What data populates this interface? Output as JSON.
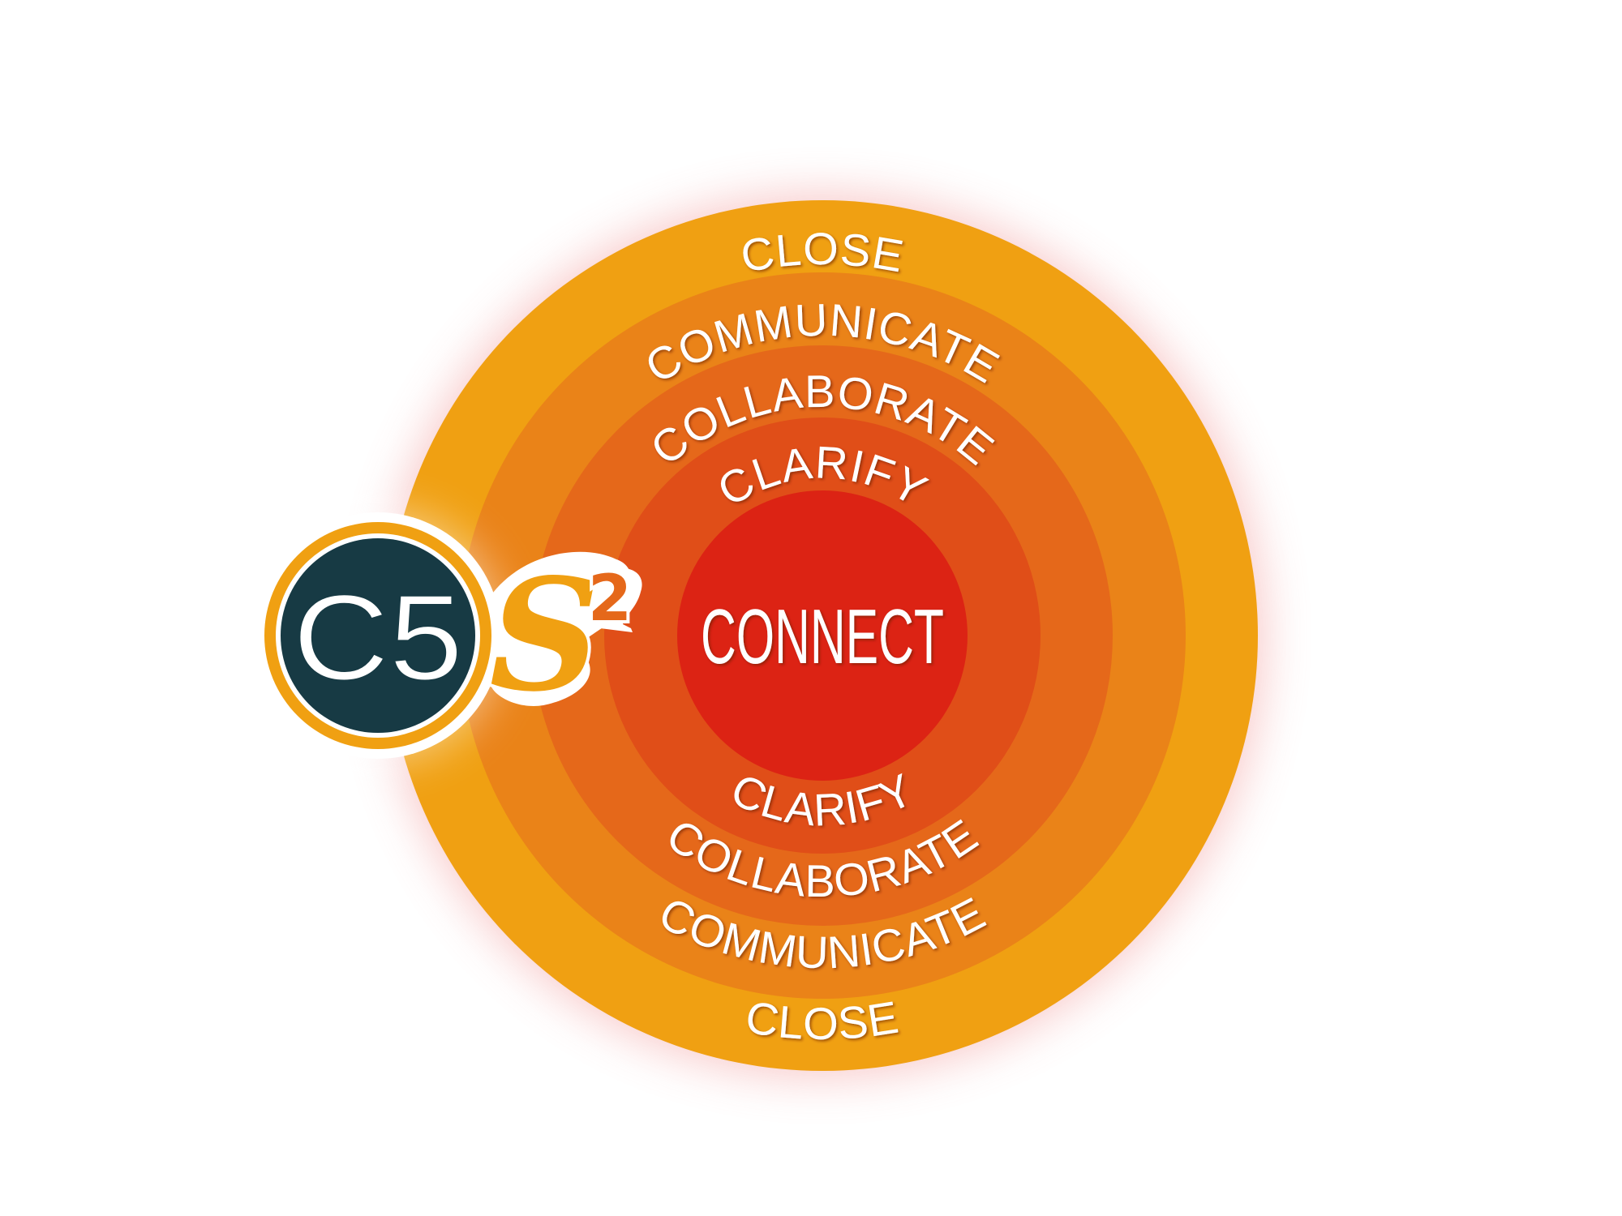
{
  "diagram": {
    "center_label": "CONNECT",
    "rings": [
      {
        "label": "CLOSE",
        "color": "#f0a012"
      },
      {
        "label": "COMMUNICATE",
        "color": "#ea8318"
      },
      {
        "label": "COLLABORATE",
        "color": "#e5681a"
      },
      {
        "label": "CLARIFY",
        "color": "#e04e18"
      }
    ],
    "center_color": "#dc2314",
    "glow_color": "#f08a8a"
  },
  "logo": {
    "main": "C5",
    "script": "S",
    "superscript": "2",
    "dark_color": "#173a44",
    "accent_color": "#f0a012"
  }
}
